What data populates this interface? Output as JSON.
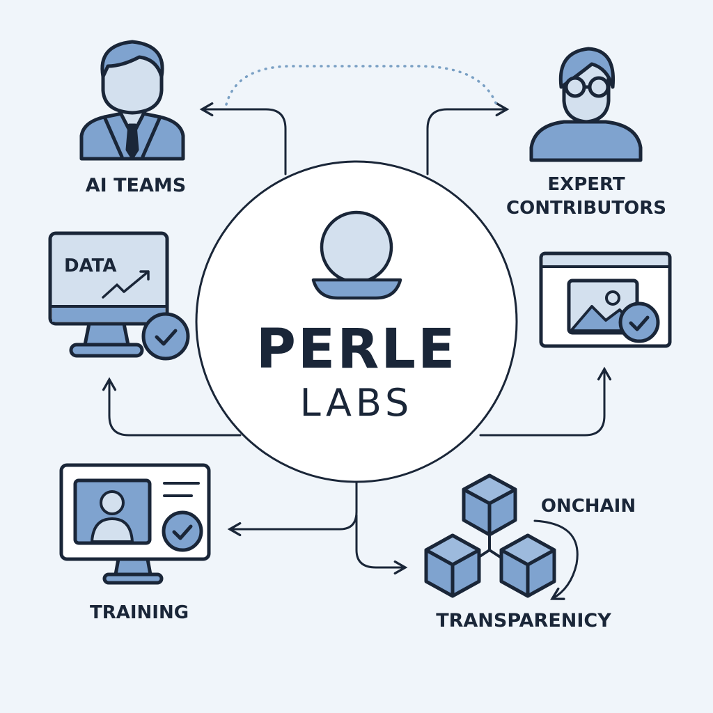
{
  "center": {
    "title": "PERLE",
    "subtitle": "LABS"
  },
  "nodes": {
    "ai_teams": "AI TEAMS",
    "expert_line1": "EXPERT",
    "expert_line2": "CONTRIBUTORS",
    "data_screen": "DATA",
    "training": "TRAINING",
    "onchain": "ONCHAIN",
    "transparency": "TRANSPARENICY"
  },
  "colors": {
    "background": "#f0f5fa",
    "ink": "#1a2638",
    "accent": "#7fa3cf",
    "light": "#d3e0ee",
    "dotted": "#7aa0c4"
  }
}
